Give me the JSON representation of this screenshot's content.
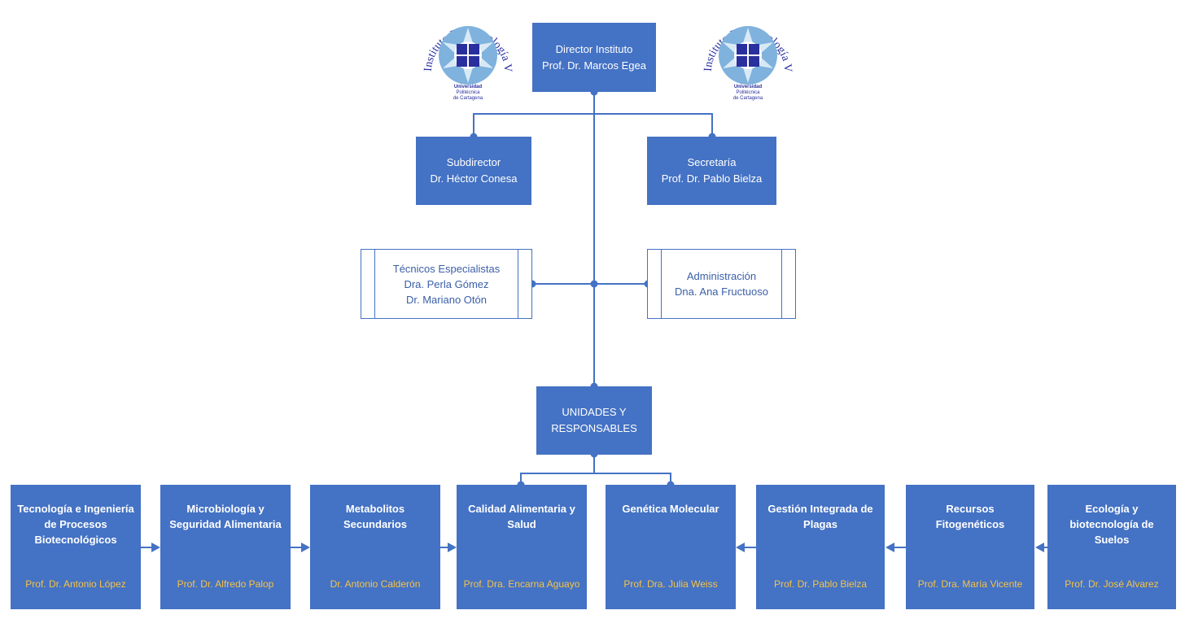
{
  "director": {
    "role": "Director Instituto",
    "name": "Prof. Dr. Marcos Egea"
  },
  "subdirector": {
    "role": "Subdirector",
    "name": "Dr. Héctor Conesa"
  },
  "secretaria": {
    "role": "Secretaría",
    "name": "Prof. Dr. Pablo Bielza"
  },
  "tecnicos": {
    "role": "Técnicos Especialistas",
    "names": [
      "Dra. Perla Gómez",
      "Dr. Mariano Otón"
    ]
  },
  "administracion": {
    "role": "Administración",
    "name": "Dna. Ana Fructuoso"
  },
  "unidades": {
    "line1": "UNIDADES Y",
    "line2": "RESPONSABLES"
  },
  "units": [
    {
      "title": "Tecnología e Ingeniería de Procesos Biotecnológicos",
      "responsible": "Prof. Dr. Antonio López"
    },
    {
      "title": "Microbiología y Seguridad Alimentaria",
      "responsible": "Prof. Dr. Alfredo Palop"
    },
    {
      "title": "Metabolitos Secundarios",
      "responsible": "Dr. Antonio Calderón"
    },
    {
      "title": "Calidad Alimentaria y Salud",
      "responsible": "Prof. Dra. Encarna Aguayo"
    },
    {
      "title": "Genética Molecular",
      "responsible": "Prof. Dra. Julia Weiss"
    },
    {
      "title": "Gestión Integrada de Plagas",
      "responsible": "Prof. Dr. Pablo Bielza"
    },
    {
      "title": "Recursos Fitogenéticos",
      "responsible": "Prof. Dra. María Vicente"
    },
    {
      "title": "Ecología y biotecnología de Suelos",
      "responsible": "Prof. Dr. José Alvarez"
    }
  ],
  "logo": {
    "arc_text": "Instituto Biotecnología Vegetal",
    "university": [
      "Universidad",
      "Politécnica",
      "de Cartagena"
    ]
  },
  "colors": {
    "box": "#4472c4",
    "line": "#4472c4",
    "responsible_text": "#f6c344",
    "logo_blue": "#2a2f9e",
    "logo_light": "#7fb2dd"
  }
}
